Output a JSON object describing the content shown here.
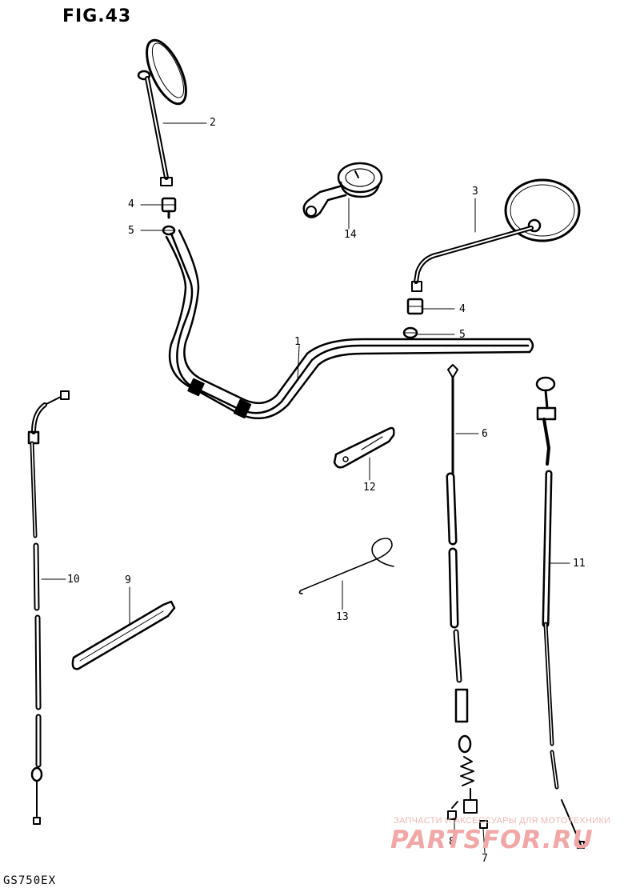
{
  "figure_title": "FIG.43",
  "model_code": "GS750EX",
  "watermark": {
    "tagline": "ЗАПЧАСТИ И АКСЕССУАРЫ ДЛЯ МОТОТЕХНИКИ",
    "brand": "PARTSFOR.RU"
  },
  "callouts": {
    "c1": "1",
    "c2": "2",
    "c3": "3",
    "c4a": "4",
    "c4b": "4",
    "c5a": "5",
    "c5b": "5",
    "c6": "6",
    "c7": "7",
    "c8": "8",
    "c9": "9",
    "c10": "10",
    "c11": "11",
    "c12": "12",
    "c13": "13",
    "c14": "14"
  }
}
